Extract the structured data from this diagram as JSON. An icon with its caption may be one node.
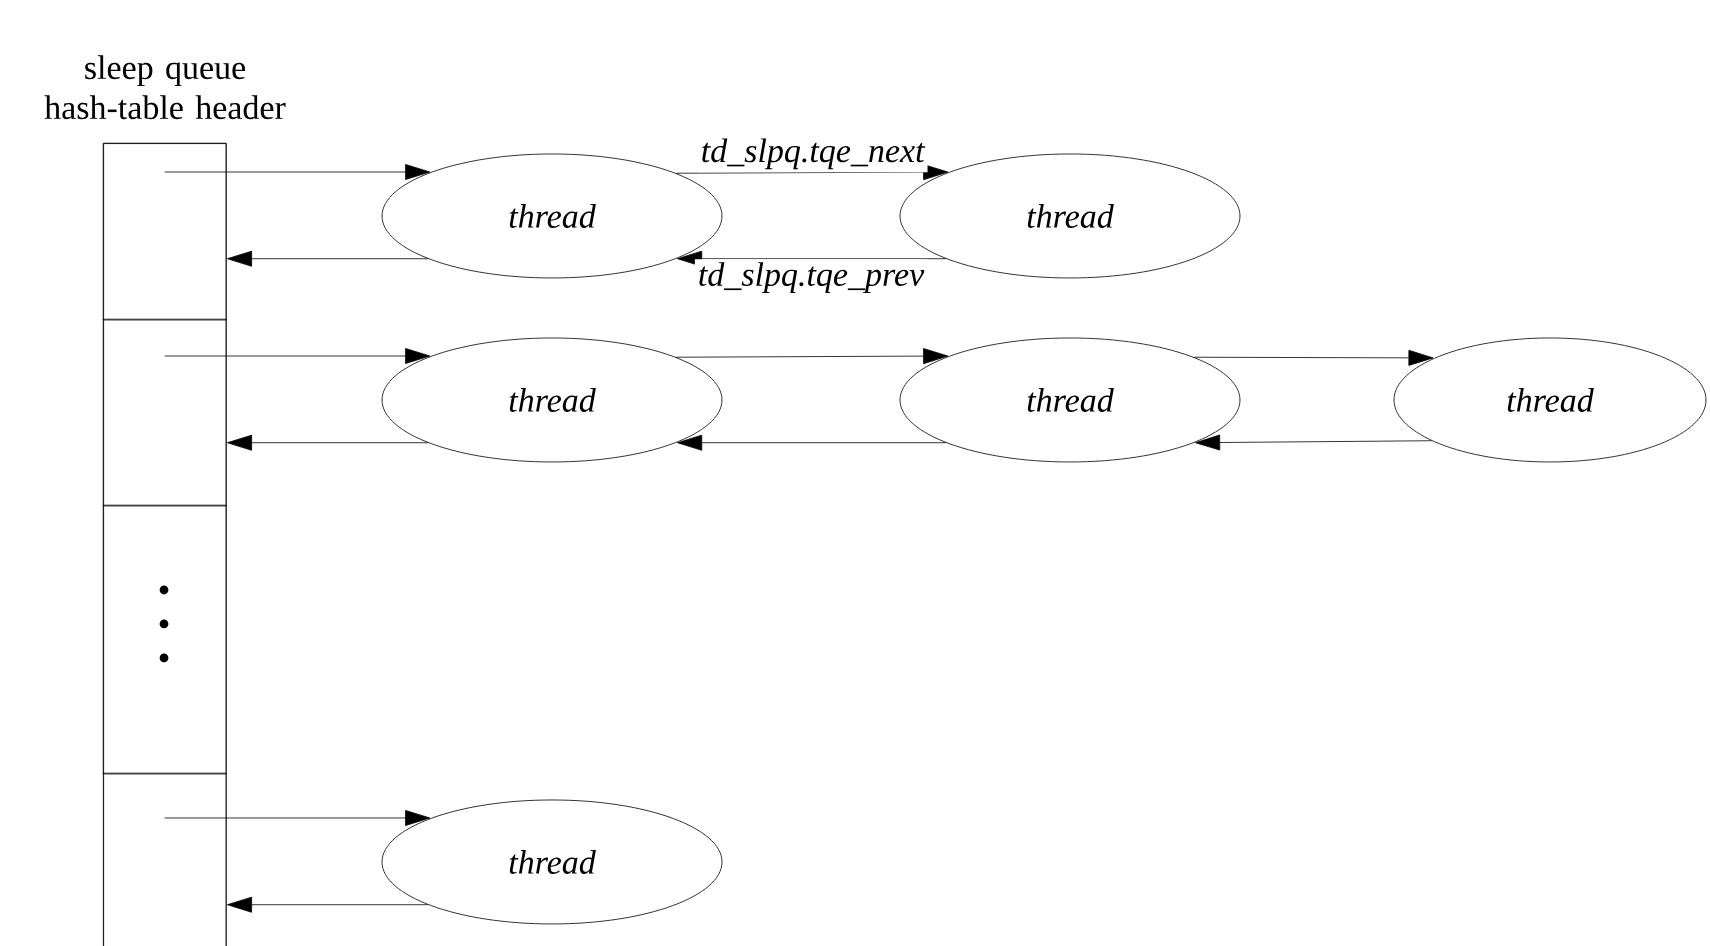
{
  "diagram": {
    "nodes": [
      {
        "text": [
          "sleep queue hash-table header"
        ]
      },
      {
        "text": [],
        "shape": "box",
        "in": 0
      },
      {
        "text": [],
        "shape": "box",
        "in": 0
      },
      {
        "text": [],
        "shape": "box",
        "in": 0
      },
      {
        "text": [],
        "shape": "box",
        "in": 0
      },
      {
        "text": [
          "thread"
        ]
      },
      {
        "text": [
          "thread"
        ]
      },
      {
        "text": [
          "thread"
        ]
      },
      {
        "text": [
          "thread"
        ]
      },
      {
        "text": [
          "thread"
        ]
      },
      {
        "text": [
          "thread"
        ]
      }
    ],
    "edges": [
      {
        "from": 1,
        "to": 5,
        "arrow": "to"
      },
      {
        "from": 5,
        "to": 1,
        "arrow": "to"
      },
      {
        "from": 5,
        "to": 6,
        "arrow": "to",
        "label": "td_slpq.tqe_next"
      },
      {
        "from": 6,
        "to": 5,
        "arrow": "to",
        "label": "td_slpq.tqe_prev"
      },
      {
        "from": 2,
        "to": 7,
        "arrow": "to"
      },
      {
        "from": 7,
        "to": 2,
        "arrow": "to"
      },
      {
        "from": 7,
        "to": 8,
        "arrow": "to"
      },
      {
        "from": 8,
        "to": 7,
        "arrow": "to"
      },
      {
        "from": 8,
        "to": 9,
        "arrow": "to"
      },
      {
        "from": 9,
        "to": 8,
        "arrow": "to"
      },
      {
        "from": 4,
        "to": 10,
        "arrow": "to"
      },
      {
        "from": 10,
        "to": 4,
        "arrow": "to"
      }
    ]
  }
}
